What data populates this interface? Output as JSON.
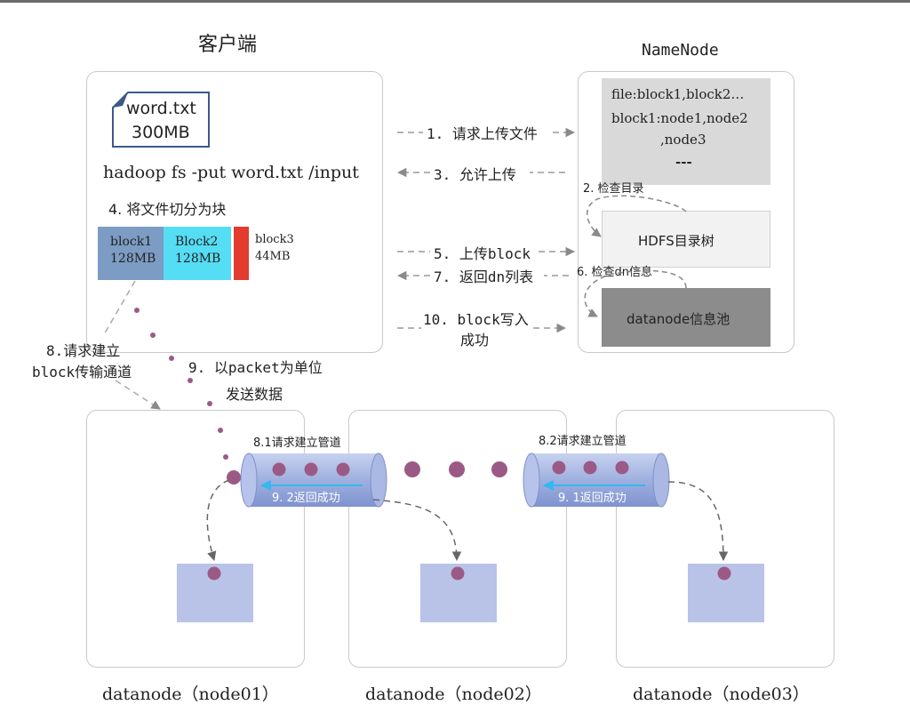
{
  "client": {
    "title": "客户端",
    "file_name": "word.txt",
    "file_size": "300MB",
    "command": "hadoop fs -put word.txt /input",
    "step4": "4. 将文件切分为块",
    "blocks": [
      {
        "name": "block1",
        "size": "128MB",
        "color": "#7c9cc4"
      },
      {
        "name": "Block2",
        "size": "128MB",
        "color": "#55ddf4"
      },
      {
        "name": "block3",
        "size": "44MB",
        "color": "#e33b2e"
      }
    ]
  },
  "namenode": {
    "title": "NameNode",
    "meta_lines": [
      "file:block1,block2…",
      "block1:node1,node2",
      ",node3",
      "---"
    ],
    "dir_tree": "HDFS目录树",
    "dn_pool": "datanode信息池",
    "check_dir": "2. 检查目录",
    "check_dn": "6. 检查dn信息"
  },
  "steps": {
    "s1": "1. 请求上传文件",
    "s3": "3. 允许上传",
    "s5": "5. 上传block",
    "s7": "7. 返回dn列表",
    "s10_line1": "10. block写入",
    "s10_line2": "成功",
    "s8_line1": "8.请求建立",
    "s8_line2": "block传输通道",
    "s9_line1": "9. 以packet为单位",
    "s9_line2": "发送数据",
    "s81": "8.1请求建立管道",
    "s82": "8.2请求建立管道",
    "s92": "9. 2返回成功",
    "s91": "9. 1返回成功"
  },
  "datanodes": [
    {
      "label": "datanode（node01）"
    },
    {
      "label": "datanode（node02）"
    },
    {
      "label": "datanode（node03）"
    }
  ],
  "colors": {
    "packet_dot": "#9b5a86",
    "pipe_fill": "#9fb0df",
    "storage_fill": "#b9c3e8",
    "return_arrow": "#33b8f0",
    "dn_pool_fill": "#8c8c8c",
    "meta_fill": "#d9d9d9",
    "tree_fill": "#f2f2f2"
  }
}
